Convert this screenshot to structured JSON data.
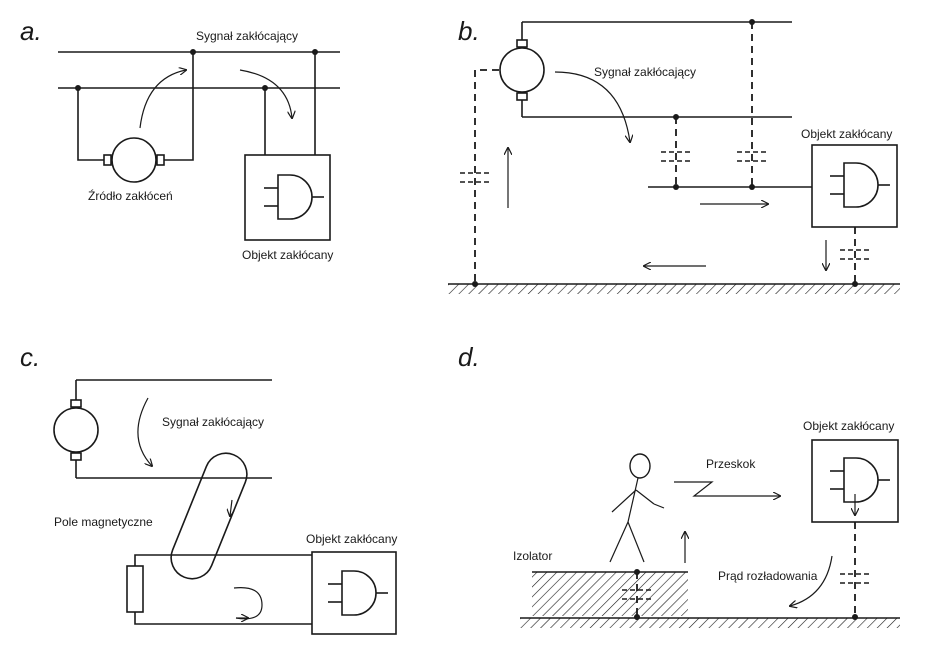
{
  "panels": {
    "a": {
      "letter": "a.",
      "signal": "Sygnał zakłócający",
      "source": "Źródło zakłóceń",
      "victim": "Objekt zakłócany"
    },
    "b": {
      "letter": "b.",
      "signal": "Sygnał zakłócający",
      "victim": "Objekt zakłócany"
    },
    "c": {
      "letter": "c.",
      "signal": "Sygnał zakłócający",
      "field": "Pole magnetyczne",
      "victim": "Objekt zakłócany"
    },
    "d": {
      "letter": "d.",
      "victim": "Objekt zakłócany",
      "jump": "Przeskok",
      "insulator": "Izolator",
      "discharge": "Prąd rozładowania"
    }
  }
}
